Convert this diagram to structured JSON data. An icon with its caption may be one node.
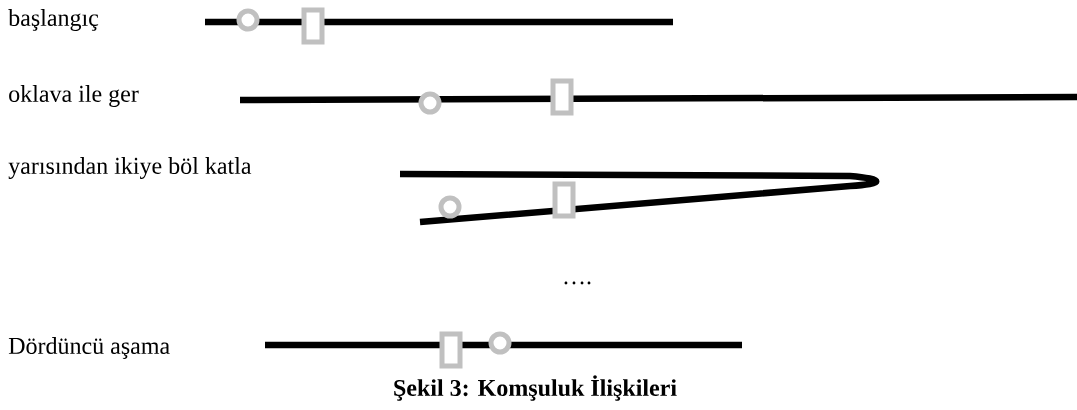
{
  "diagram": {
    "caption": "Şekil 3: Komşuluk İlişkileri",
    "labels": [
      "başlangıç",
      "oklava ile ger",
      "yarısından ikiye böl katla",
      "….",
      "Dördüncü aşama"
    ]
  }
}
